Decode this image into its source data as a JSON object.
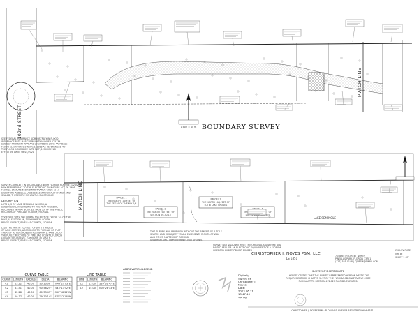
{
  "drawing": {
    "title": "BOUNDARY SURVEY",
    "street_label": "102nd STREET",
    "match_line_upper": "MATCH LINE",
    "match_line_lower": "MATCH LINE",
    "lake_label": "LAKE SEMINOLE",
    "north_arrow_scale": "1 inch = 40 ft."
  },
  "notes": {
    "flood": [
      "SEE FEDERAL INSURANCE ADMINISTRATION FLOOD",
      "INSURANCE RATE MAP COMMUNITY NUMBER 125139",
      "SUBJECT PROPERTY APPEARS LOCATED IN ZONE \"AE\" BASE",
      "FLOOD ELEVATION 9.0 N.A.V.D. 1988 AS REFERENCED TO",
      "THE FLOOD INSURANCE RATE MAP, 12103C0113H",
      "EFFECTIVE DATE: 08/24/2021"
    ],
    "signature_note": [
      "SURVEY COMPLETE IN ACCORDANCE WITH FLORIDA STATUTE 472.025",
      "MAY BE PURSUANT TO THE ELECTRONIC SIGNATURE ACT OF 1996",
      "FLORIDA STATUTE 668 ADMINISTRATIVE CODE 5J-17",
      "SIGNATURE AND SEAL UNLESS ELECTRONICALLY SIGNED AND",
      "SEALED, THEREFORE NO LAWFUL ELECTRONIC"
    ],
    "description_head": "DESCRIPTION",
    "description": [
      "LOTS 1, 2 OF LAKE SEMINOLE WOODS, A",
      "SUBDIVISION, ACCORDING TO THE PLAT THEREOF,",
      "RECORDED IN PLAT BOOK 82, PAGE 33, OF THE PUBLIC",
      "RECORDS OF PINELLAS COUNTY, FLORIDA.",
      "",
      "TOGETHER WITH THE NORTH 100 FEET OF THE SE 1/4 OF THE",
      "NW 1/4, SECTION 26, TOWNSHIP 30 SOUTH,",
      "RANGE 15 EAST, PINELLAS COUNTY, FLORIDA.",
      "",
      "LESS THE NORTH 100 FEET OF LOTS 8 AND 16",
      "OF LAKE GROVES, ACCORDING TO THE MAP OR PLAT",
      "THEREOF AS RECORDED IN PLAT BOOK 1, PAGE 50, OF",
      "THE PUBLIC RECORDS OF PINELLAS COUNTY, FLORIDA",
      "LYING IN SECTION 26, TOWNSHIP 30 SOUTH,",
      "RANGE 15 EAST, PINELLAS COUNTY, FLORIDA."
    ],
    "survey_statement": [
      "THIS SURVEY WAS PREPARED WITHOUT THE BENEFIT OF A TITLE",
      "SEARCH AND IS SUBJECT TO ALL EASEMENTS RIGHTS-OF-WAY",
      "AND OTHER MATTERS OF RECORD.",
      "UNDERGROUND IMPROVEMENTS NOT SHOWN."
    ],
    "validity": [
      "SURVEY NOT VALID WITHOUT THE ORIGINAL SIGNATURE AND",
      "RAISED SEAL OR AN ELECTRONIC EQUIVALENT OF A FLORIDA",
      "LICENSED SURVEYOR AND MAPPER."
    ]
  },
  "parcels": [
    {
      "name": "PARCEL 1",
      "lines": [
        "THE NORTH 100 FEET OF",
        "THE SE 1/4 OF THE NW 1/4"
      ]
    },
    {
      "name": "PARCEL 2",
      "lines": [
        "THE NORTH 100 FEET OF",
        "SECTION 26-30-15"
      ]
    },
    {
      "name": "PARCEL 3",
      "lines": [
        "THE NORTH 100 FEET OF",
        "LOT 8 LAKE GROVES"
      ]
    },
    {
      "name": "PARCEL 4",
      "lines": [
        "THE NORTH 100 FEET OF",
        "LOT 16 LAKE GROVES"
      ]
    }
  ],
  "curve_table": {
    "caption": "CURVE TABLE",
    "headers": [
      "CURVE",
      "LENGTH",
      "RADIUS",
      "DELTA",
      "BEARING"
    ],
    "rows": [
      [
        "C1",
        "63.22",
        "40.00",
        "90°33'06\"",
        "N44°27'03\"E"
      ],
      [
        "C2",
        "63.51",
        "40.00",
        "90°58'25\"",
        "S45°13'42\"E"
      ],
      [
        "C3",
        "42.28",
        "40.00",
        "60°33'45\"",
        "S30°18'34\"W"
      ],
      [
        "C4",
        "20.37",
        "40.00",
        "29°10'14\"",
        "S75°12'19\"W"
      ]
    ]
  },
  "line_table": {
    "caption": "LINE TABLE",
    "headers": [
      "LINE",
      "LENGTH",
      "BEARING"
    ],
    "rows": [
      [
        "L1",
        "15.00",
        "S89°31'47\"E"
      ],
      [
        "L2",
        "15.00",
        "N00°28'13\"E"
      ]
    ]
  },
  "legend_title": "ABBREVIATION LEGEND",
  "firm": {
    "name": "CHRISTOPHER J. NOYES PSM, LLC",
    "license": "LS 6351",
    "address": [
      "7158 65TH STREET NORTH",
      "PINELLAS PARK, FLORIDA 33781",
      "(727) 555-0148 | CJNPSM@EMAIL.COM"
    ]
  },
  "signature": {
    "lines": [
      "Digitally",
      "signed by",
      "Christopher J",
      "Noyes",
      "Date:",
      "2023.06.11",
      "13:47:10",
      "-04'00'"
    ]
  },
  "certificate": {
    "title": "SURVEYOR'S CERTIFICATE",
    "lines": [
      "I HEREBY CERTIFY THAT THE SURVEY REPRESENTED HEREON MEETS THE",
      "REQUIREMENTS OF CHAPTER 5J-17 OF THE FLORIDA ADMINISTRATIVE CODE",
      "PURSUANT TO SECTION 472.027 FLORIDA STATUTES."
    ]
  },
  "job": {
    "labels": [
      "SURVEY DATE:",
      "JOB #:",
      "SHEET 1 OF"
    ]
  },
  "footer": "CHRISTOPHER J. NOYES PSM · FLORIDA SURVEYOR REGISTRATION # 6351"
}
